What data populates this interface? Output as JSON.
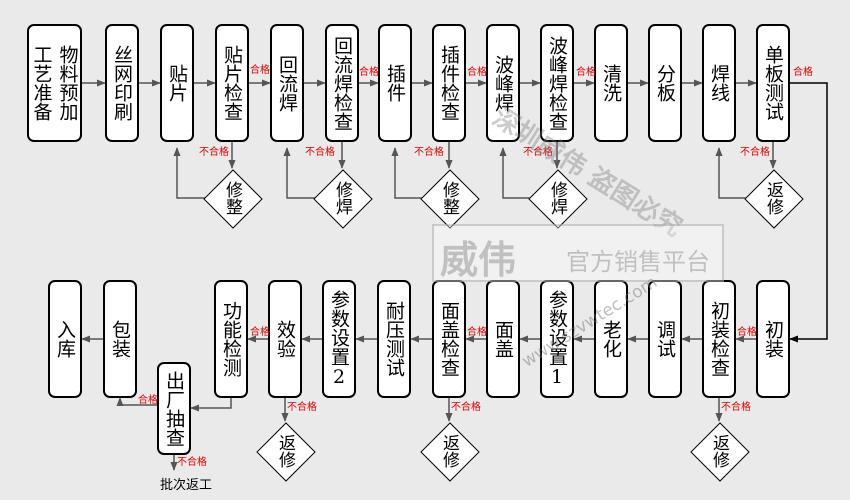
{
  "top_row": [
    {
      "id": "s1",
      "label_cols": [
        "物料",
        "工艺"
      ]
    },
    {
      "id": "s2",
      "label": "丝网印刷"
    },
    {
      "id": "s3",
      "label": "贴片"
    },
    {
      "id": "s4",
      "label": "贴片检查"
    },
    {
      "id": "s5",
      "label": "回流焊"
    },
    {
      "id": "s6",
      "label": "回流焊检查"
    },
    {
      "id": "s7",
      "label": "插件"
    },
    {
      "id": "s8",
      "label": "插件检查"
    },
    {
      "id": "s9",
      "label": "波峰焊"
    },
    {
      "id": "s10",
      "label": "波峰焊检查"
    },
    {
      "id": "s11",
      "label": "清洗"
    },
    {
      "id": "s12",
      "label": "分板"
    },
    {
      "id": "s13",
      "label": "焊线"
    },
    {
      "id": "s14",
      "label": "单板测试"
    }
  ],
  "top_col1_rows": [
    "预加",
    "准备"
  ],
  "bottom_row": [
    {
      "id": "b1",
      "label": "入库"
    },
    {
      "id": "b2",
      "label": "包装"
    },
    {
      "id": "b3",
      "label": "功能检测"
    },
    {
      "id": "b4",
      "label": "效验"
    },
    {
      "id": "b5",
      "label": "参数设置2"
    },
    {
      "id": "b6",
      "label": "耐压测试"
    },
    {
      "id": "b7",
      "label": "面盖检查"
    },
    {
      "id": "b8",
      "label": "面盖"
    },
    {
      "id": "b9",
      "label": "参数设置1"
    },
    {
      "id": "b10",
      "label": "老化"
    },
    {
      "id": "b11",
      "label": "调试"
    },
    {
      "id": "b12",
      "label": "初装检查"
    },
    {
      "id": "b13",
      "label": "初装"
    }
  ],
  "spot_check": {
    "label": "出厂抽查"
  },
  "diamonds_top": [
    {
      "id": "d1",
      "label": "修整"
    },
    {
      "id": "d2",
      "label": "修焊"
    },
    {
      "id": "d3",
      "label": "修整"
    },
    {
      "id": "d4",
      "label": "修焊"
    },
    {
      "id": "d5",
      "label": "返修"
    }
  ],
  "diamonds_bottom": [
    {
      "id": "d6",
      "label": "返修"
    },
    {
      "id": "d7",
      "label": "返修"
    },
    {
      "id": "d8",
      "label": "返修"
    }
  ],
  "labels": {
    "pass": "合格",
    "fail": "不合格",
    "batch_rework": "批次返工"
  },
  "watermark": {
    "arc": "深圳威伟 盗图必究",
    "brand": "威伟",
    "tagline": "官方销售平台",
    "url": "www.szvwtec.com"
  }
}
